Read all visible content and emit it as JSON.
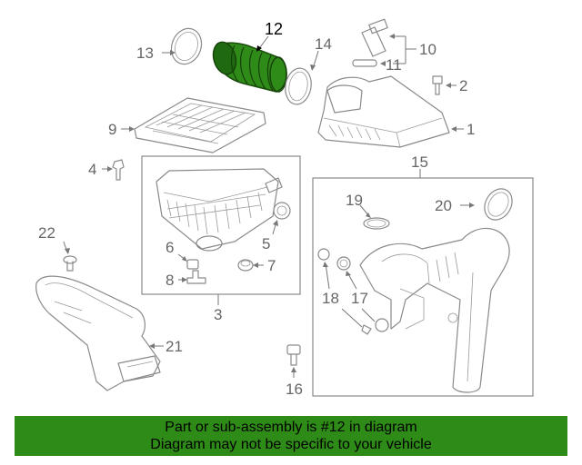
{
  "diagram": {
    "callouts": [
      {
        "id": "1",
        "label": "1"
      },
      {
        "id": "2",
        "label": "2"
      },
      {
        "id": "3",
        "label": "3"
      },
      {
        "id": "4",
        "label": "4"
      },
      {
        "id": "5",
        "label": "5"
      },
      {
        "id": "6",
        "label": "6"
      },
      {
        "id": "7",
        "label": "7"
      },
      {
        "id": "8",
        "label": "8"
      },
      {
        "id": "9",
        "label": "9"
      },
      {
        "id": "10",
        "label": "10"
      },
      {
        "id": "11",
        "label": "11"
      },
      {
        "id": "12",
        "label": "12"
      },
      {
        "id": "13",
        "label": "13"
      },
      {
        "id": "14",
        "label": "14"
      },
      {
        "id": "15",
        "label": "15"
      },
      {
        "id": "16",
        "label": "16"
      },
      {
        "id": "17",
        "label": "17"
      },
      {
        "id": "18",
        "label": "18"
      },
      {
        "id": "19",
        "label": "19"
      },
      {
        "id": "20",
        "label": "20"
      },
      {
        "id": "21",
        "label": "21"
      },
      {
        "id": "22",
        "label": "22"
      }
    ],
    "highlighted_part": "12",
    "highlight_color": "#2e8b18"
  },
  "banner": {
    "line1": "Part or sub-assembly is #12 in diagram",
    "line2": "Diagram may not be specific to your vehicle",
    "background": "#2e8b18"
  }
}
